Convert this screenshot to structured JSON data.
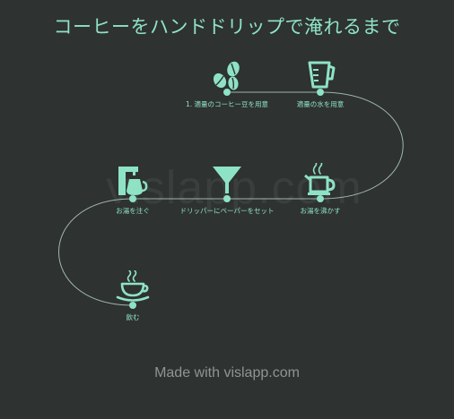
{
  "title": "コーヒーをハンドドリップで淹れるまで",
  "watermark": "vislapp.com",
  "footer": "Made with vislapp.com",
  "colors": {
    "background": "#2e3230",
    "accent": "#8ee3c4",
    "line": "#9fb7ad",
    "footer": "#8d9691"
  },
  "steps": [
    {
      "label": "1. 適量のコーヒー豆を用意",
      "icon": "coffee-beans-icon"
    },
    {
      "label": "適量の水を用意",
      "icon": "measuring-cup-icon"
    },
    {
      "label": "お湯を沸かす",
      "icon": "kettle-icon"
    },
    {
      "label": "ドリッパーにペーパーをセット",
      "icon": "funnel-icon"
    },
    {
      "label": "お湯を注ぐ",
      "icon": "coffee-maker-icon"
    },
    {
      "label": "飲む",
      "icon": "coffee-cup-icon"
    }
  ]
}
